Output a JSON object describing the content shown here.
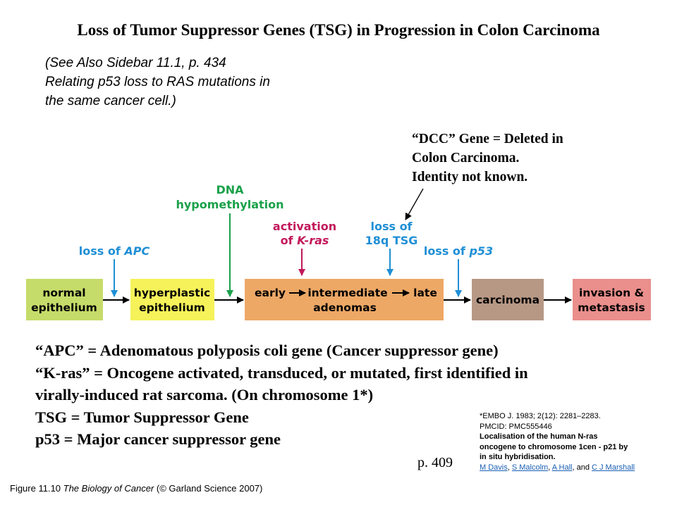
{
  "title": "Loss of Tumor Suppressor Genes (TSG) in Progression in Colon Carcinoma",
  "sidebar_note": [
    "(See Also Sidebar 11.1, p. 434",
    "Relating p53 loss to RAS mutations in",
    "the same cancer cell.)"
  ],
  "dcc_note": [
    "“DCC” Gene = Deleted in",
    "Colon Carcinoma.",
    "Identity not known."
  ],
  "diagram": {
    "events": {
      "loss_apc": {
        "prefix": "loss of ",
        "gene": "APC",
        "color": "#1f8fd6"
      },
      "dna_hypomethylation": {
        "line1": "DNA",
        "line2": "hypomethylation",
        "color": "#1aa14a"
      },
      "activation_kras": {
        "line1": "activation",
        "prefix": "of ",
        "gene": "K-ras",
        "color": "#c2185b"
      },
      "loss_18q": {
        "line1": "loss of",
        "line2": "18q TSG",
        "color": "#1f8fd6"
      },
      "loss_p53": {
        "prefix": "loss of ",
        "gene": "p53",
        "color": "#1f8fd6"
      }
    },
    "stages": {
      "normal": {
        "line1": "normal",
        "line2": "epithelium",
        "color": "#c5dc6a"
      },
      "hyperplastic": {
        "line1": "hyperplastic",
        "line2": "epithelium",
        "color": "#f6f25a"
      },
      "adenomas": {
        "early": "early",
        "intermediate": "intermediate",
        "late": "late",
        "line2": "adenomas",
        "color": "#eda866"
      },
      "carcinoma": {
        "label": "carcinoma",
        "color": "#b79885"
      },
      "invasion": {
        "line1": "invasion &",
        "line2": "metastasis",
        "color": "#ea8f8c"
      }
    }
  },
  "definitions": [
    "“APC” = Adenomatous polyposis coli gene (Cancer suppressor gene)",
    "“K-ras” = Oncogene activated, transduced, or mutated, first identified in",
    "virally-induced rat sarcoma. (On chromosome 1*)",
    "TSG = Tumor Suppressor Gene",
    "p53 = Major cancer suppressor gene"
  ],
  "embo": {
    "line1": "*EMBO J. 1983; 2(12): 2281–2283.",
    "line2": "PMCID: PMC555446",
    "line3": "Localisation of the human N-ras",
    "line4": "oncogene to chromosome 1cen - p21 by",
    "line5": "in situ hybridisation.",
    "authors": [
      "M Davis",
      "S Malcolm",
      "A Hall",
      "C J Marshall"
    ],
    "sep1": ", ",
    "sep2": ", ",
    "sep3": ", and "
  },
  "page_ref": "p. 409",
  "caption": {
    "figure": "Figure 11.10 ",
    "book": "The Biology of Cancer",
    "rest": " (© Garland Science 2007)"
  }
}
